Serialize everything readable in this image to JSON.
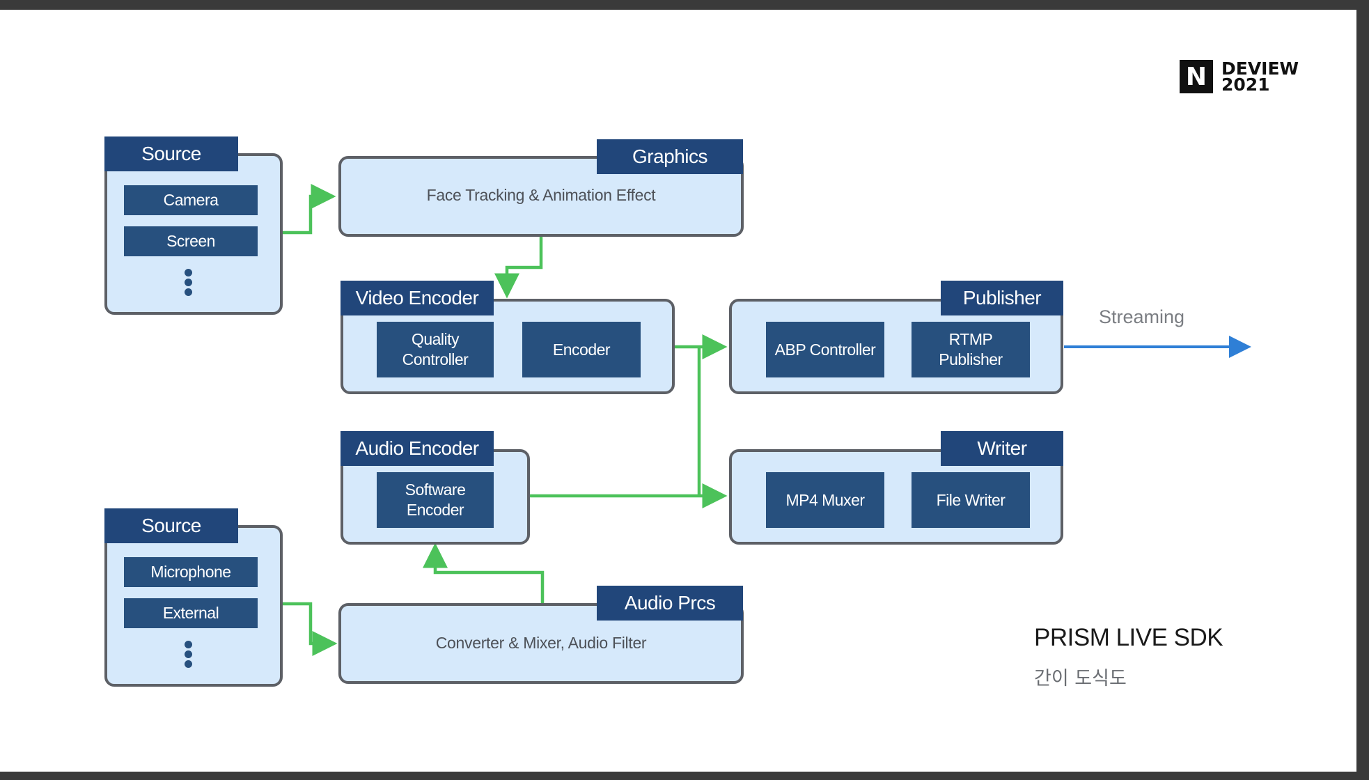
{
  "logo": {
    "mark": "N",
    "line1": "DEVIEW",
    "line2": "2021"
  },
  "video_source": {
    "title": "Source",
    "items": [
      "Camera",
      "Screen"
    ]
  },
  "audio_source": {
    "title": "Source",
    "items": [
      "Microphone",
      "External"
    ]
  },
  "graphics": {
    "title": "Graphics",
    "description": "Face Tracking & Animation Effect"
  },
  "video_encoder": {
    "title": "Video Encoder",
    "items": [
      "Quality\nController",
      "Encoder"
    ]
  },
  "audio_encoder": {
    "title": "Audio Encoder",
    "items": [
      "Software\nEncoder"
    ]
  },
  "audio_processing": {
    "title": "Audio Prcs",
    "description": "Converter & Mixer, Audio Filter"
  },
  "publisher": {
    "title": "Publisher",
    "items": [
      "ABP Controller",
      "RTMP\nPublisher"
    ]
  },
  "writer": {
    "title": "Writer",
    "items": [
      "MP4 Muxer",
      "File Writer"
    ]
  },
  "streaming_label": "Streaming",
  "caption": {
    "title": "PRISM LIVE SDK",
    "subtitle": "간이 도식도"
  },
  "colors": {
    "flow_arrow": "#4cc25a",
    "stream_arrow": "#2f7fd6",
    "header": "#21467a",
    "chip": "#27507e",
    "box_fill": "#d6e9fb",
    "box_border": "#5d6066"
  }
}
